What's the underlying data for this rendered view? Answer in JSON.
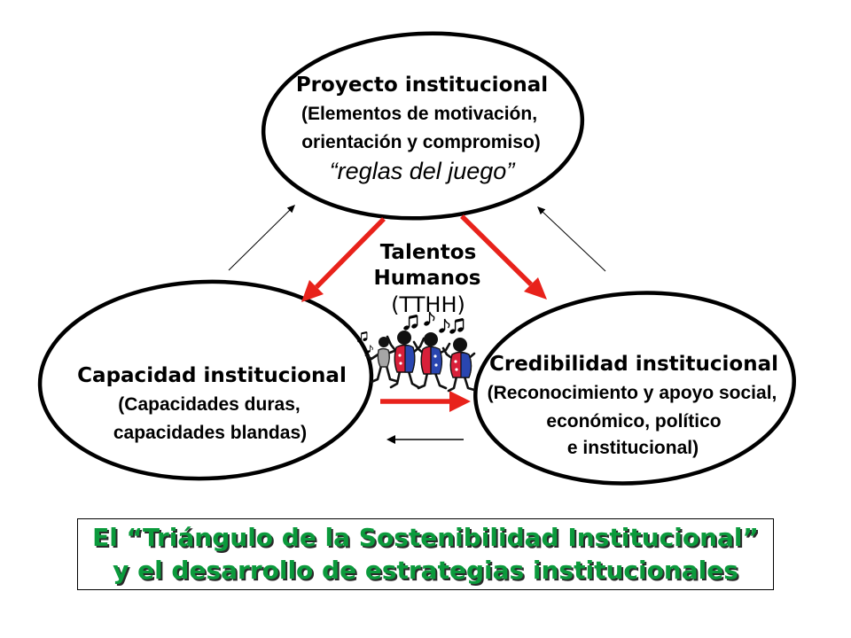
{
  "nodes": {
    "project": {
      "title": "Proyecto institucional",
      "line1": "(Elementos de motivación,",
      "line2": "orientación y compromiso)",
      "emphasis": "“reglas del juego”"
    },
    "capacity": {
      "title": "Capacidad institucional",
      "line1": "(Capacidades duras,",
      "line2": "capacidades blandas)"
    },
    "credibility": {
      "title": "Credibilidad institucional",
      "line1": "(Reconocimiento y apoyo social,",
      "line2": "económico, político",
      "line3": "e institucional)"
    }
  },
  "center_label": {
    "line1": "Talentos",
    "line2": "Humanos",
    "abbreviation": "(TTHH)"
  },
  "caption": {
    "line1": "El “Triángulo de la Sostenibilidad Institucional”",
    "line2": "y el desarrollo de estrategias institucionales"
  },
  "icons": {
    "clipart": "dancing-people-icon",
    "notes": "music-notes-icon"
  },
  "colors": {
    "outline": "#000000",
    "strong_arrow": "#e8221b",
    "caption_text": "#0b9a3c",
    "caption_shadow": "#2a2a2a",
    "dancer_red": "#d8203a",
    "dancer_blue": "#2a46b0"
  }
}
